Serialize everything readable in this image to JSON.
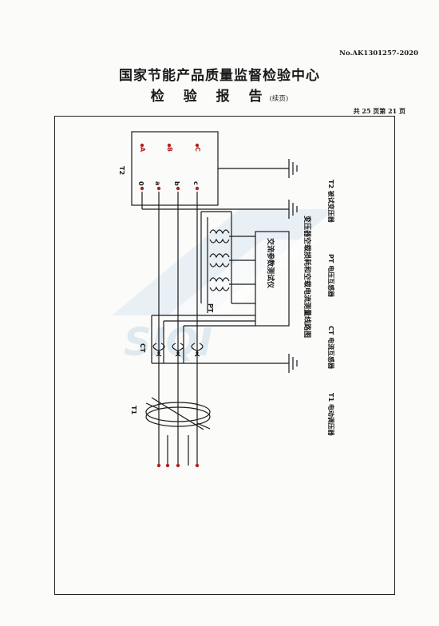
{
  "header": {
    "doc_no": "No.AK1301257-2020",
    "title": "国家节能产品质量监督检验中心",
    "subtitle": "检 验 报 告",
    "subtitle_note": "(续页)",
    "page_count": "共 25 页第 21 页"
  },
  "diagram": {
    "caption": "变压器空载损耗和空载电流测量线路图",
    "instrument": "交流参数测试仪",
    "t2_label": "T2",
    "t1_label": "T1",
    "ct_label": "CT",
    "pt_label": "PT",
    "terminals_upper": [
      "A",
      "B",
      "C"
    ],
    "terminals_lower": [
      "0",
      "a",
      "b",
      "c"
    ],
    "legend": {
      "t2": "T2 被试变压器",
      "pt": "PT 电压互感器",
      "ct": "CT 电流互感器",
      "t1": "T1 电动调压器"
    }
  },
  "watermark": {
    "text": "SIQI"
  },
  "colors": {
    "line": "#1a1a1a",
    "terminal_red": "#b02020",
    "watermark": "#c9dbe8"
  }
}
